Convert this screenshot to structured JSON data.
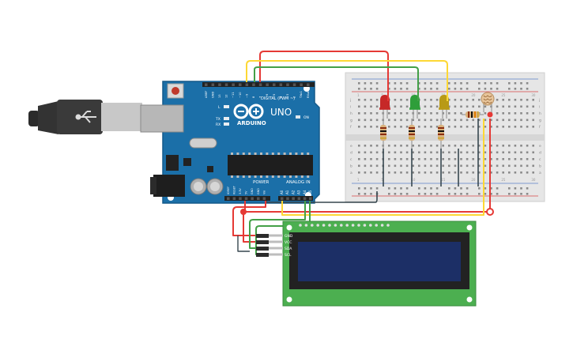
{
  "arduino": {
    "brand": "ARDUINO",
    "model": "UNO",
    "digital_label": "DIGITAL (PWM ~)",
    "analog_label": "ANALOG IN",
    "power_label": "POWER",
    "on_label": "ON",
    "l_label": "L",
    "tx_label": "TX",
    "rx_label": "RX",
    "digital_pins": [
      "AREF",
      "GND",
      "13",
      "12",
      "~11",
      "~10",
      "~9",
      "8",
      "7",
      "~6",
      "~5",
      "4",
      "~3",
      "2",
      "TX▸1",
      "RX◂0"
    ],
    "power_pins": [
      "IOREF",
      "RESET",
      "3.3V",
      "5V",
      "GND",
      "GND",
      "Vin"
    ],
    "analog_pins": [
      "A0",
      "A1",
      "A2",
      "A3",
      "A4",
      "A5"
    ],
    "board_color": "#1b6fa8"
  },
  "lcd": {
    "pins": [
      "GND",
      "VCC",
      "SDA",
      "SCL"
    ],
    "pcb_color": "#4caf50",
    "screen_color": "#1c2f66"
  },
  "breadboard": {
    "row_letters_top": [
      "j",
      "i",
      "h",
      "g",
      "f"
    ],
    "row_letters_bottom": [
      "e",
      "d",
      "c",
      "b",
      "a"
    ],
    "column_numbers": [
      "1",
      "5",
      "10",
      "15",
      "20",
      "25",
      "30"
    ]
  },
  "components": {
    "leds": [
      {
        "name": "red-led",
        "color": "#c62828"
      },
      {
        "name": "green-led",
        "color": "#2e9e3a"
      },
      {
        "name": "yellow-led",
        "color": "#b89a16"
      }
    ]
  },
  "wire_colors": {
    "red": "#e53935",
    "green": "#43a047",
    "yellow": "#fdd835",
    "black": "#37474f"
  }
}
